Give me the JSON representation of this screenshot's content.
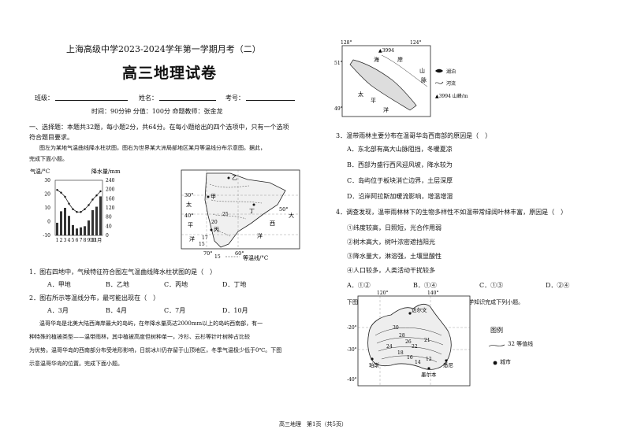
{
  "header": {
    "school_line": "上海高级中学2023-2024学年第一学期月考（二）",
    "main_title": "高三地理试卷",
    "fields": {
      "class_label": "班级：",
      "name_label": "姓名：",
      "exam_no_label": "考号："
    },
    "meta": "时间：90分钟  分值：100分  命题教师：张金龙"
  },
  "section1": {
    "intro_line1": "一、选择题：本题共32题，每小题2分，共64分。在每小题给出的四个选项中，只有一个选项",
    "intro_line2": "符合题目要求。",
    "passage1_line1": "图左为某地气温曲线降水柱状图，图右为世界某大洲局部地区某月等温线分布示意图。据此，",
    "passage1_line2": "完成下面小题。"
  },
  "climate_chart": {
    "left_label": "气温/°C",
    "right_label": "降水量/mm",
    "left_ticks": [
      "30",
      "20",
      "10",
      "0",
      "-10"
    ],
    "right_ticks": [
      "240",
      "200",
      "160",
      "120",
      "80",
      "40",
      "0"
    ],
    "months": [
      "1",
      "2",
      "3",
      "4",
      "5",
      "6",
      "7",
      "8",
      "9",
      "10",
      "11月"
    ]
  },
  "chart_data": {
    "type": "bar",
    "categories": [
      "1",
      "2",
      "3",
      "4",
      "5",
      "6",
      "7",
      "8",
      "9",
      "10",
      "11",
      "12"
    ],
    "series": [
      {
        "name": "降水量/mm",
        "values": [
          55,
          105,
          120,
          85,
          45,
          30,
          35,
          40,
          65,
          110,
          125,
          170
        ]
      },
      {
        "name": "气温/°C",
        "values": [
          23,
          21,
          18,
          13,
          9,
          7,
          7,
          9,
          12,
          16,
          19,
          22
        ]
      }
    ],
    "ylim": [
      -10,
      30
    ],
    "y2lim": [
      0,
      240
    ]
  },
  "isotherm_map": {
    "lat_labels": [
      "30°",
      "40°",
      "50°"
    ],
    "lon_labels": [
      "70°",
      "60°",
      "50°"
    ],
    "place_labels": [
      "甲",
      "乙",
      "丙",
      "丁"
    ],
    "sea_left": [
      "太",
      "平",
      "洋"
    ],
    "sea_right": [
      "大",
      "西",
      "洋"
    ],
    "isotherm_values": [
      "25",
      "20",
      "17",
      "15",
      "15"
    ],
    "legend": "等温线/°C"
  },
  "questions_left": [
    {
      "stem": "1．图右四地中，气候特征符合图左气温曲线降水柱状图的是（　）",
      "options": [
        "A．甲地",
        "B．乙地",
        "C．丙地",
        "D．丁地"
      ]
    },
    {
      "stem": "2．图右所示等温线分布，最可能出现在（　）",
      "options": [
        "A．3月",
        "B．4月",
        "C．7月",
        "D．10月"
      ]
    }
  ],
  "passage2": {
    "lines": [
      "温哥华岛是北美大陆西海岸最大的岛屿，在年降水量高达2000mm以上的岛屿西南部，有一",
      "种特殊的植被类型——温带雨林，其中植被高度但树种单一，冷杉、云杉等针叶树种占比较",
      "为优势。温哥华岛的西南部分布受地形影响，日前冰川仍存留于山顶地区，冬季气温极少低于0℃。下图",
      "示意温哥华岛的位置。完成下面小题。"
    ]
  },
  "island_map": {
    "lon_labels": [
      "128°",
      "124°"
    ],
    "lat_labels": [
      "51°",
      "49°"
    ],
    "peak_label": "▲3994",
    "sea_labels": [
      "海",
      "岸",
      "山",
      "脉",
      "太",
      "平",
      "洋"
    ],
    "legend": [
      "湖泊",
      "河流",
      "▲3994 山峰/m"
    ]
  },
  "questions_right": [
    {
      "stem": "3．温带雨林主要分布在温哥华岛西南部的原因是（　）",
      "options": [
        "A．东北部有高大山脉阻挡，冬暖夏凉",
        "B．西部为盛行西风迎风坡，降水较为",
        "C．岛屿位于板块消亡边界，土层深厚",
        "D．沿岸阿拉斯加暖流影响，增温增湿"
      ]
    },
    {
      "stem": "4．调查发现，温带雨林林下的生物多样性不如温带常绿阔叶林丰富，原因是（　）",
      "options": [
        "①纬度较高，日照短，光合作用弱",
        "②树木高大，树叶浓密遮挡阳光",
        "③降水量大，淋溶强，土壤显酸性",
        "④人口较多，人类活动干扰较多"
      ],
      "choices": [
        "A．①②",
        "B．①④",
        "C．①③",
        "D．②④"
      ]
    }
  ],
  "australia": {
    "intro": "下图为“澳大利亚大陆某月等值线分布图”。结合所学知识完成下列小题。",
    "lon_labels": [
      "120°",
      "140°"
    ],
    "lat_labels": [
      "-20°",
      "-30°",
      "-40°"
    ],
    "city_labels": [
      "达尔文",
      "珀斯",
      "墨尔本",
      "悉尼"
    ],
    "contour_values": [
      "30",
      "28",
      "26",
      "22",
      "21",
      "24",
      "18",
      "16",
      "14",
      "12"
    ],
    "legend_title": "图例",
    "legend_items": [
      "32 等值线",
      "城市"
    ]
  },
  "footer": "高三地理　第1页（共5页）"
}
